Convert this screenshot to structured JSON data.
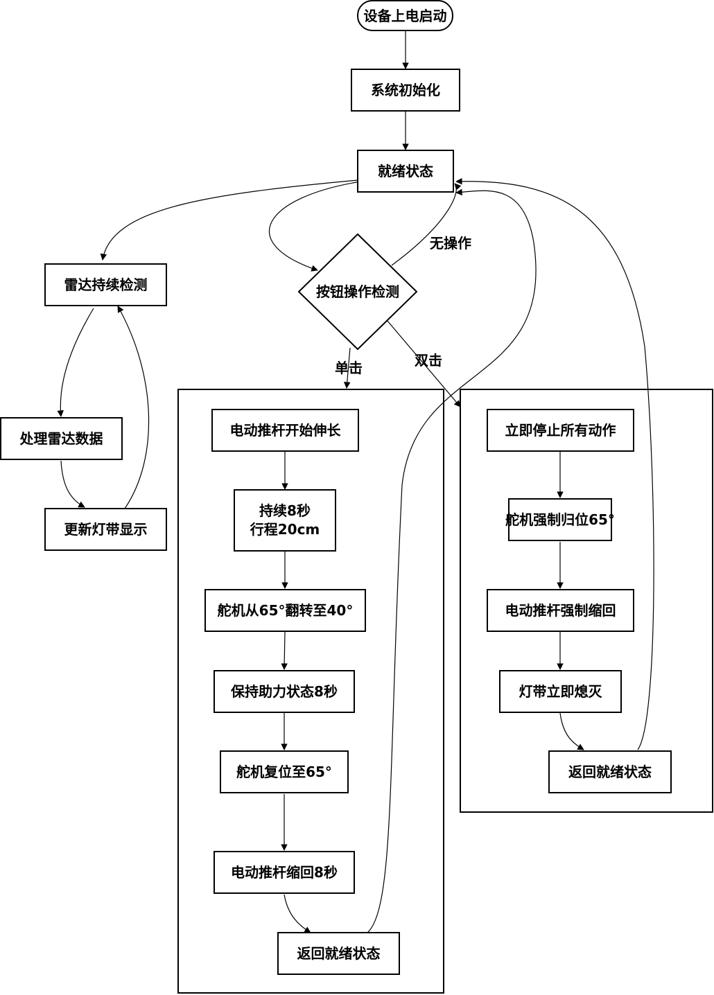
{
  "nodes": {
    "start": "设备上电启动",
    "init": "系统初始化",
    "ready": "就绪状态",
    "radar_detect": "雷达持续检测",
    "button_detect": "按钮操作检测",
    "radar_process": "处理雷达数据",
    "led_update": "更新灯带显示",
    "s1": "电动推杆开始伸长",
    "s2_line1": "持续8秒",
    "s2_line2": "行程20cm",
    "s3": "舵机从65°翻转至40°",
    "s4": "保持助力状态8秒",
    "s5": "舵机复位至65°",
    "s6": "电动推杆缩回8秒",
    "s7": "返回就绪状态",
    "d1": "立即停止所有动作",
    "d2": "舵机强制归位65°",
    "d3": "电动推杆强制缩回",
    "d4": "灯带立即熄灭",
    "d5": "返回就绪状态"
  },
  "edge_labels": {
    "no_op": "无操作",
    "single": "单击",
    "double": "双击"
  }
}
